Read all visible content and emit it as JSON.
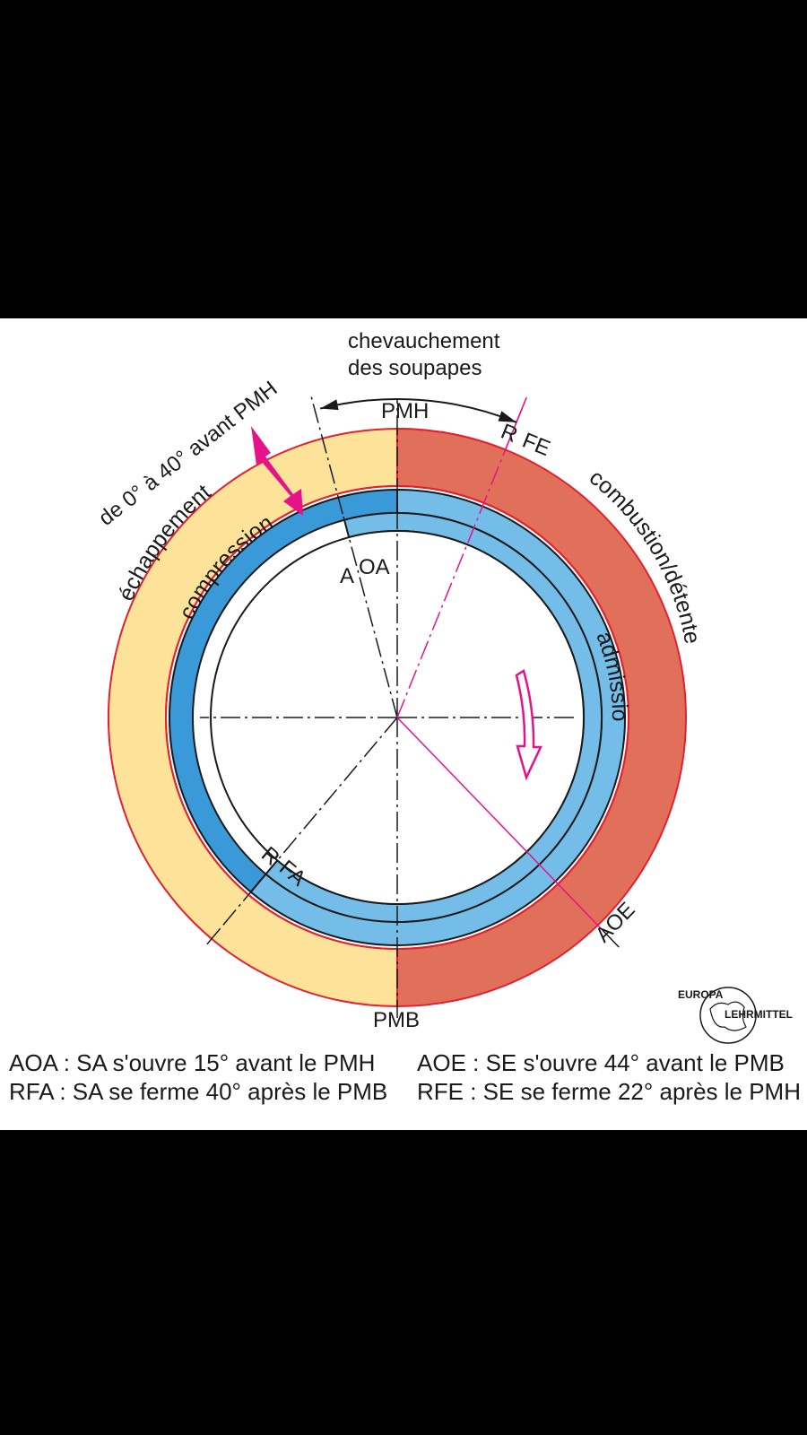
{
  "diagram": {
    "overlap_line1": "chevauchement",
    "overlap_line2": "des soupapes",
    "top_dead_center": "PMH",
    "bottom_dead_center": "PMB",
    "ignition_label": "de 0° à 40° avant PMH",
    "rfe_label_r": "R",
    "rfe_label_fe": "FE",
    "aoa_label_a": "A",
    "aoa_label_oa": "OA",
    "rfa_label_r": "R",
    "rfa_label_fa": "FA",
    "aoe_label": "AOE",
    "ring_exhaust": "échappement",
    "ring_compression": "compression",
    "ring_combustion": "combustion/détente",
    "ring_intake": "admission",
    "logo_top": "EUROPA",
    "logo_bottom": "LEHRMITTEL"
  },
  "legend": {
    "aoa": "AOA : SA s'ouvre 15° avant le PMH",
    "rfa": "RFA : SA se ferme 40° après le PMB",
    "aoe": "AOE : SE s'ouvre 44° avant le PMB",
    "rfe": "RFE : SE se ferme 22° après le PMH"
  },
  "colors": {
    "exhaust_yellow": "#fde39a",
    "combustion_red": "#e0705a",
    "compression_blue": "#3a99d8",
    "intake_light_blue": "#74bde9",
    "outline_red": "#e42030",
    "magenta": "#e6128a"
  }
}
